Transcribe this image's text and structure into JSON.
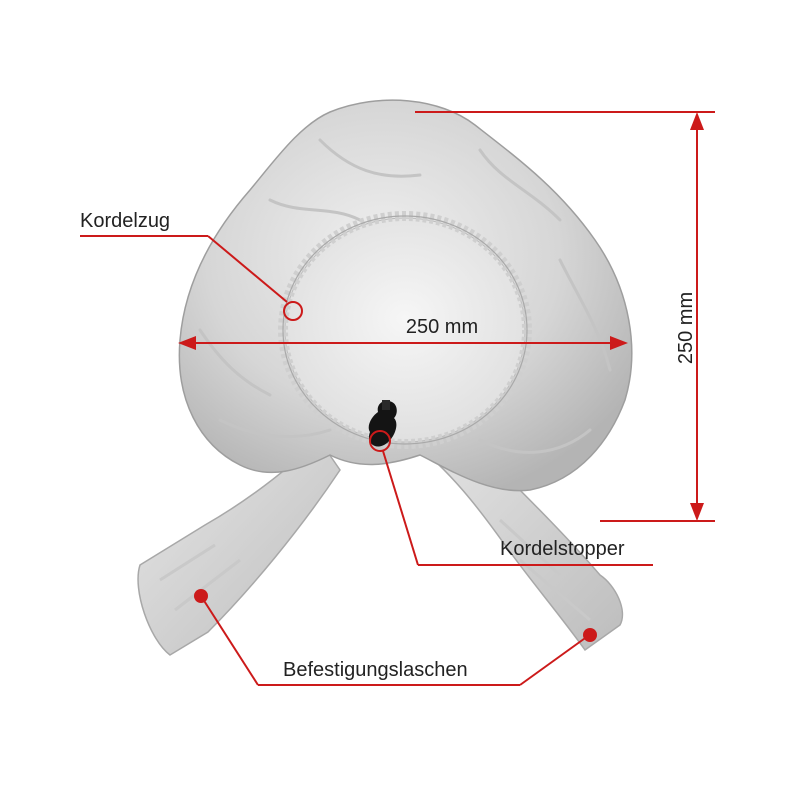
{
  "labels": {
    "drawstring": "Kordelzug",
    "cord_stopper": "Kordelstopper",
    "mounting_straps": "Befestigungslaschen"
  },
  "dimensions": {
    "width_text": "250 mm",
    "height_text": "250 mm"
  },
  "colors": {
    "annotation": "#cc1a1a",
    "cover_fabric": "#dcdcdc",
    "cover_shadow": "#b9b9b9",
    "inner_panel": "#eeeeee",
    "stopper": "#141414"
  }
}
